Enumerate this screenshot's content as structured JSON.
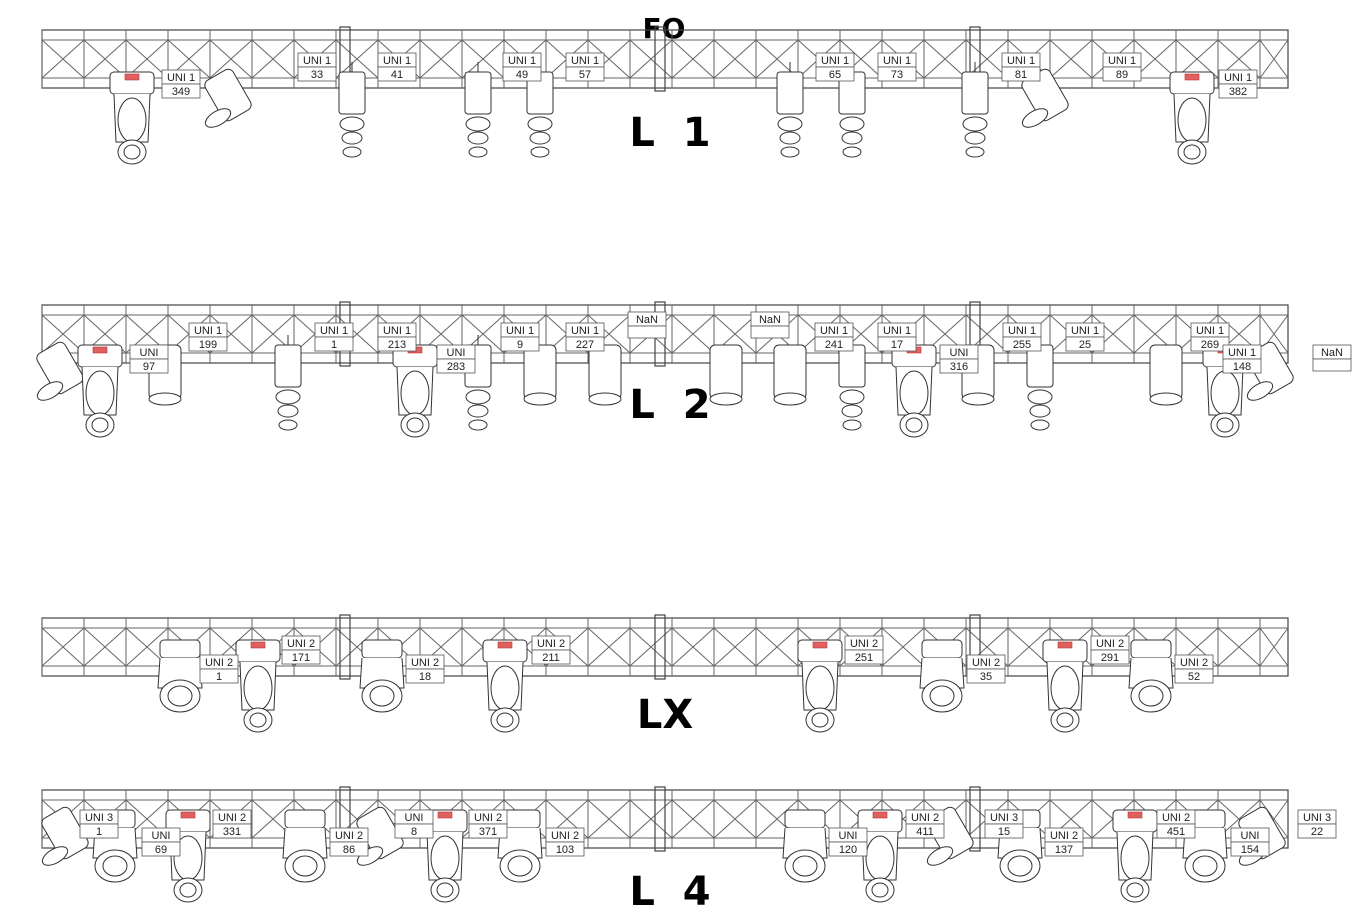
{
  "top_label": "FO",
  "rows": [
    {
      "name": "L  1",
      "labels": [
        {
          "l1": "UNI 1",
          "l2": "349"
        },
        {
          "l1": "UNI 1",
          "l2": "33"
        },
        {
          "l1": "UNI 1",
          "l2": "41"
        },
        {
          "l1": "UNI 1",
          "l2": "49"
        },
        {
          "l1": "UNI 1",
          "l2": "57"
        },
        {
          "l1": "UNI 1",
          "l2": "65"
        },
        {
          "l1": "UNI 1",
          "l2": "73"
        },
        {
          "l1": "UNI 1",
          "l2": "81"
        },
        {
          "l1": "UNI 1",
          "l2": "89"
        },
        {
          "l1": "UNI 1",
          "l2": "382"
        }
      ],
      "fixtures": [
        "moving-head",
        "tilted-par",
        "par-stack",
        "par-stack",
        "par-stack",
        "par-stack",
        "par-stack",
        "par-stack",
        "tilted-par",
        "moving-head"
      ]
    },
    {
      "name": "L  2",
      "labels": [
        {
          "l1": "UNI 1",
          "l2": "199"
        },
        {
          "l1": "UNI 1",
          "l2": "1"
        },
        {
          "l1": "UNI 1",
          "l2": "213"
        },
        {
          "l1": "UNI 1",
          "l2": "9"
        },
        {
          "l1": "UNI 1",
          "l2": "227"
        },
        {
          "l1": "UNI 1",
          "l2": "241"
        },
        {
          "l1": "UNI 1",
          "l2": "17"
        },
        {
          "l1": "UNI 1",
          "l2": "255"
        },
        {
          "l1": "UNI 1",
          "l2": "25"
        },
        {
          "l1": "UNI 1",
          "l2": "269"
        },
        {
          "l1": "UNI 1",
          "l2": "148"
        },
        {
          "l1": "UNI",
          "l2": "97"
        },
        {
          "l1": "UNI",
          "l2": "283"
        },
        {
          "l1": "UNI",
          "l2": "316"
        },
        {
          "l1": "NaN",
          "l2": ""
        },
        {
          "l1": "NaN",
          "l2": ""
        },
        {
          "l1": "NaN",
          "l2": ""
        }
      ],
      "fixtures": [
        "tilted-par",
        "moving-head",
        "par-can",
        "par-stack",
        "moving-head",
        "par-stack",
        "par-can",
        "par-can",
        "par-can",
        "par-can",
        "par-stack",
        "moving-head",
        "par-can",
        "par-stack",
        "par-can",
        "moving-head",
        "tilted-par"
      ]
    },
    {
      "name": "LX",
      "labels": [
        {
          "l1": "UNI 2",
          "l2": "1"
        },
        {
          "l1": "UNI 2",
          "l2": "171"
        },
        {
          "l1": "UNI 2",
          "l2": "18"
        },
        {
          "l1": "UNI 2",
          "l2": "211"
        },
        {
          "l1": "UNI 2",
          "l2": "251"
        },
        {
          "l1": "UNI 2",
          "l2": "35"
        },
        {
          "l1": "UNI 2",
          "l2": "291"
        },
        {
          "l1": "UNI 2",
          "l2": "52"
        }
      ],
      "fixtures": [
        "wash",
        "moving-head",
        "wash",
        "moving-head",
        "moving-head",
        "wash",
        "moving-head",
        "wash"
      ]
    },
    {
      "name": "L  4",
      "labels": [
        {
          "l1": "UNI 3",
          "l2": "1"
        },
        {
          "l1": "UNI",
          "l2": "69"
        },
        {
          "l1": "UNI 2",
          "l2": "331"
        },
        {
          "l1": "UNI 2",
          "l2": "86"
        },
        {
          "l1": "UNI",
          "l2": "8"
        },
        {
          "l1": "UNI 2",
          "l2": "371"
        },
        {
          "l1": "UNI 2",
          "l2": "103"
        },
        {
          "l1": "UNI",
          "l2": "120"
        },
        {
          "l1": "UNI 2",
          "l2": "411"
        },
        {
          "l1": "UNI 3",
          "l2": "15"
        },
        {
          "l1": "UNI 2",
          "l2": "137"
        },
        {
          "l1": "UNI 2",
          "l2": "451"
        },
        {
          "l1": "UNI",
          "l2": "154"
        },
        {
          "l1": "UNI 3",
          "l2": "22"
        }
      ],
      "fixtures": [
        "tilted-par",
        "wash",
        "moving-head",
        "wash",
        "tilted-par",
        "moving-head",
        "wash",
        "wash",
        "moving-head",
        "tilted-par",
        "wash",
        "moving-head",
        "wash",
        "tilted-par"
      ]
    }
  ],
  "colors": {
    "ink": "#333333",
    "truss": "#666666",
    "accent_red": "#e06060"
  }
}
